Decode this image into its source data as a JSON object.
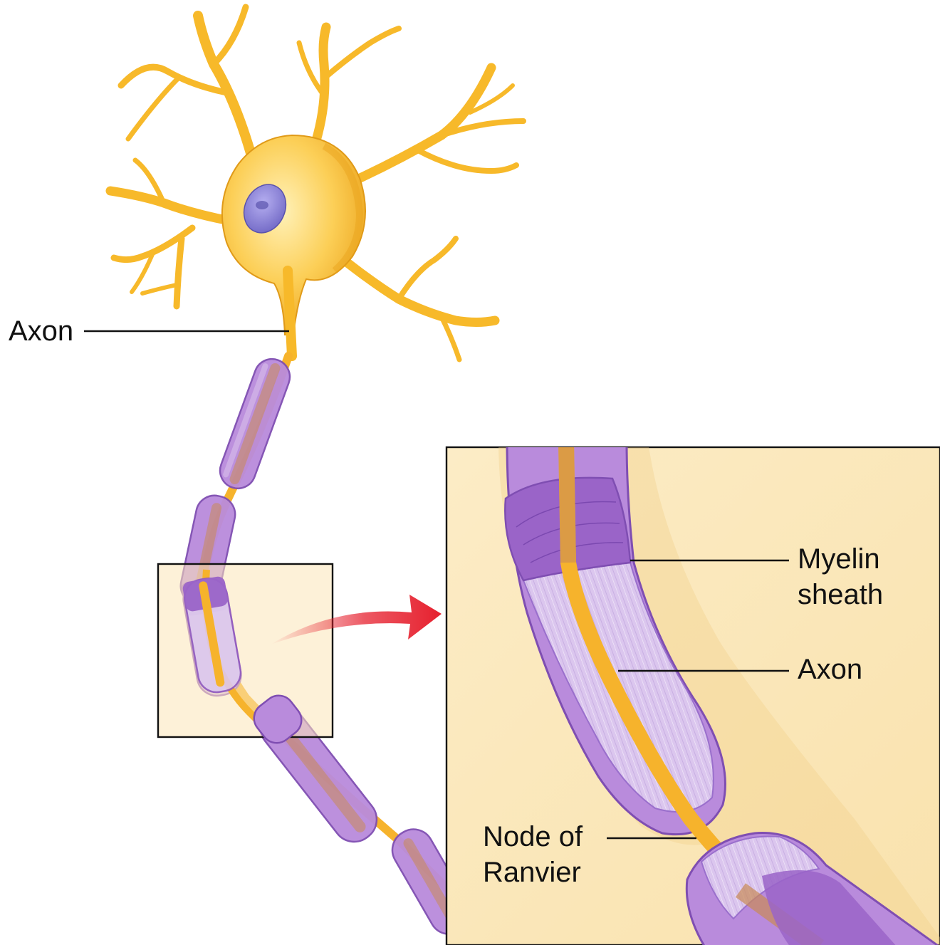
{
  "labels": {
    "axon_main": "Axon",
    "myelin_line1": "Myelin",
    "myelin_line2": "sheath",
    "axon_inset": "Axon",
    "node_line1": "Node of",
    "node_line2": "Ranvier"
  },
  "colors": {
    "neuron_body": "#fbbd2e",
    "neuron_body_dark": "#e8a21a",
    "nucleus": "#8b83d6",
    "myelin": "#b98bdc",
    "myelin_dark": "#8e58c0",
    "myelin_light": "#dcc8ef",
    "axon_core": "#f6b32c",
    "inset_background": "#fbe6b8",
    "arrow": "#e6202e"
  }
}
